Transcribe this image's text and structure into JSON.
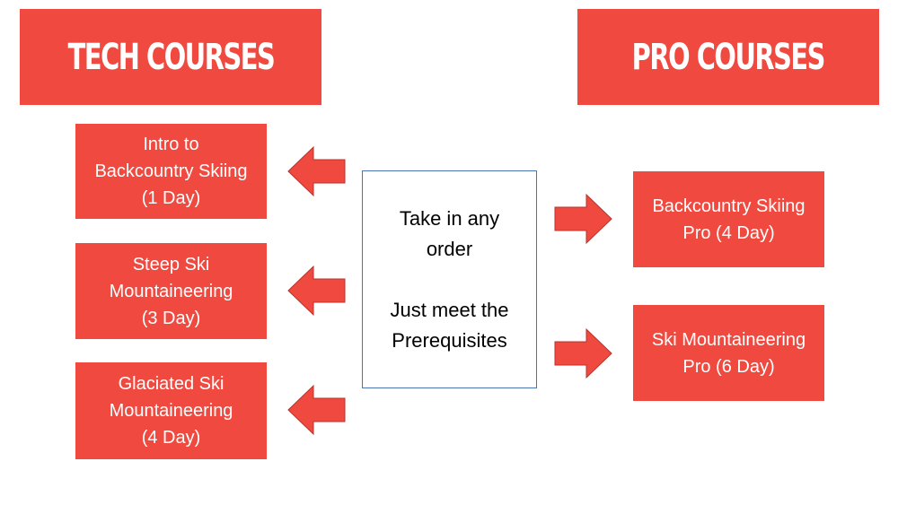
{
  "headers": {
    "tech": "TECH COURSES",
    "pro": "PRO COURSES"
  },
  "tech_courses": [
    {
      "label": "Intro to\nBackcountry Skiing\n(1 Day)"
    },
    {
      "label": "Steep Ski\nMountaineering\n(3 Day)"
    },
    {
      "label": "Glaciated Ski\nMountaineering\n(4 Day)"
    }
  ],
  "pro_courses": [
    {
      "label": "Backcountry Skiing\nPro (4 Day)"
    },
    {
      "label": "Ski Mountaineering\nPro (6 Day)"
    }
  ],
  "center": {
    "line1": "Take in any",
    "line2": "order",
    "line3": "Just meet the",
    "line4": "Prerequisites"
  },
  "colors": {
    "box_fill": "#f04a40",
    "arrow_fill": "#f04a40",
    "arrow_stroke": "#b8322a",
    "center_border": "#4a74b5"
  }
}
